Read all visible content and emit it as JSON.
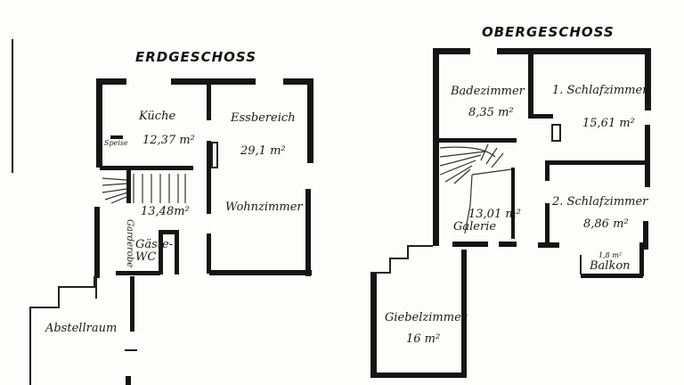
{
  "erdgeschoss": {
    "title": "ERDGESCHOSS",
    "rooms": {
      "kueche": {
        "name": "Küche",
        "area": "12,37 m²"
      },
      "essbereich": {
        "name": "Essbereich",
        "area": "29,1 m²"
      },
      "wohnzimmer": {
        "name": "Wohnzimmer"
      },
      "flur": {
        "area": "13,48m²"
      },
      "gaeste_wc": {
        "name": "Gäste-WC"
      },
      "garderobe": {
        "name": "Garderobe"
      },
      "abstellraum": {
        "name": "Abstellraum"
      },
      "speise": {
        "name": "Speise"
      }
    }
  },
  "obergeschoss": {
    "title": "OBERGESCHOSS",
    "rooms": {
      "badezimmer": {
        "name": "Badezimmer",
        "area": "8,35 m²"
      },
      "schlafzimmer1": {
        "name": "1. Schlafzimmer",
        "area": "15,61 m²"
      },
      "schlafzimmer2": {
        "name": "2. Schlafzimmer",
        "area": "8,86 m²"
      },
      "galerie": {
        "name": "Galerie",
        "area": "13,01 m²"
      },
      "balkon": {
        "name": "Balkon",
        "area": "1,8 m²"
      },
      "giebelzimmer": {
        "name": "Giebelzimmer",
        "area": "16 m²"
      }
    }
  }
}
